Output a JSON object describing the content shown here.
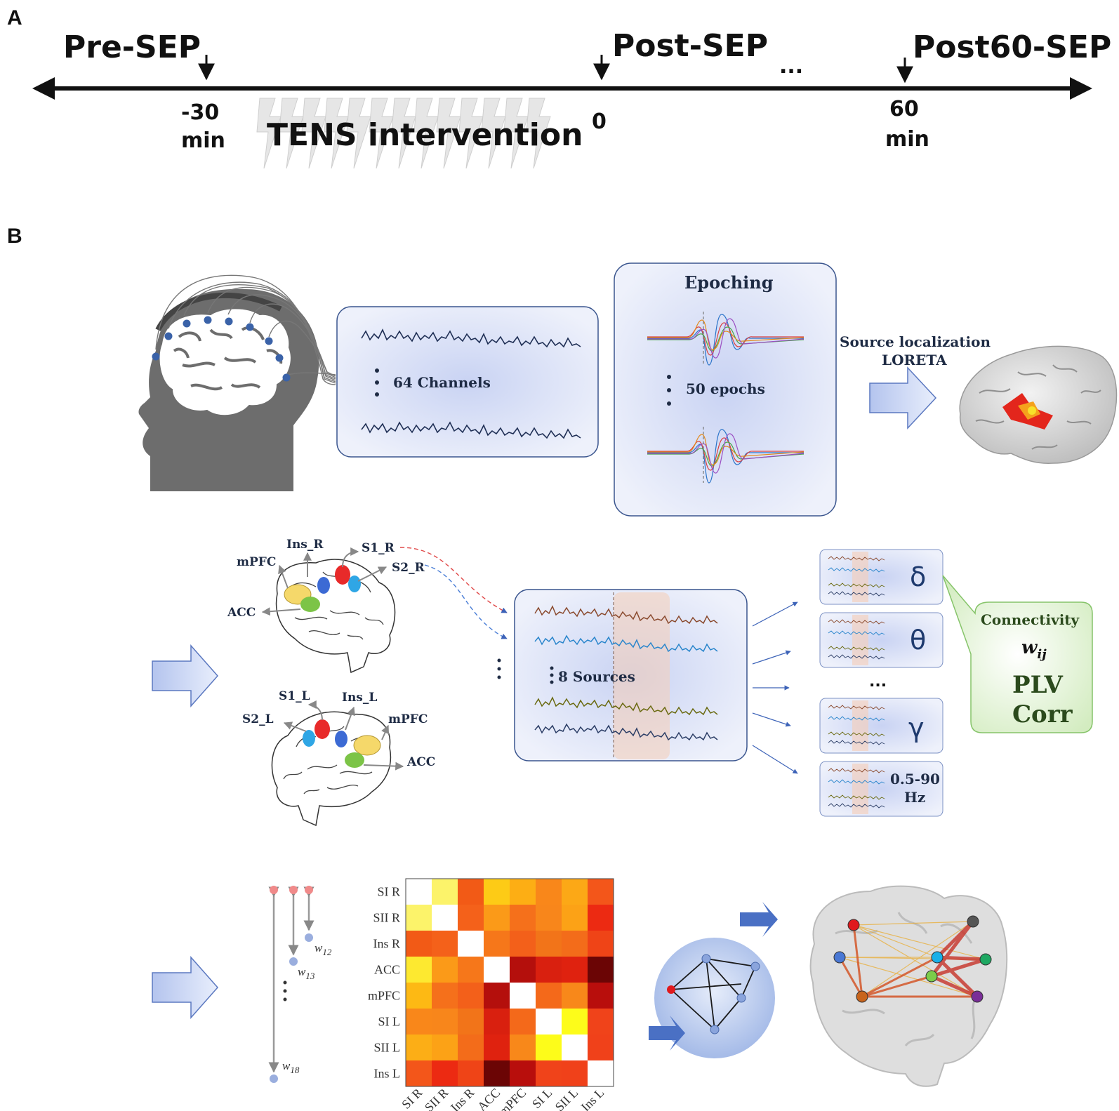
{
  "panel_a": {
    "letter": "A",
    "pre_label": "Pre-SEP",
    "post_label": "Post-SEP",
    "post60_label": "Post60-SEP",
    "ellipsis": "...",
    "t_minus30": "-30",
    "t_minus30_unit": "min",
    "t_zero": "0",
    "t_60": "60",
    "t_60_unit": "min",
    "tens": "TENS intervention"
  },
  "panel_b": {
    "letter": "B",
    "channels_label": "64 Channels",
    "epoching_title": "Epoching",
    "epochs_label": "50 epochs",
    "source_loc_line1": "Source localization",
    "source_loc_line2": "LORETA",
    "sources_label": "8 Sources",
    "right_regions": [
      "Ins_R",
      "S1_R",
      "mPFC",
      "S2_R",
      "ACC"
    ],
    "left_regions": [
      "S1_L",
      "Ins_L",
      "S2_L",
      "mPFC",
      "ACC"
    ],
    "bands": [
      "δ",
      "θ",
      "...",
      "γ"
    ],
    "broadband": [
      "0.5-90",
      "Hz"
    ],
    "connectivity": {
      "title": "Connectivity",
      "weight": "w",
      "weight_sub": "ij",
      "method1": "PLV",
      "method2": "Corr"
    },
    "weights": [
      {
        "base": "w",
        "sub": "12"
      },
      {
        "base": "w",
        "sub": "13"
      },
      {
        "base": "w",
        "sub": "18"
      }
    ],
    "matrix": {
      "labels": [
        "SI R",
        "SII R",
        "Ins R",
        "ACC",
        "mPFC",
        "SI L",
        "SII L",
        "Ins L"
      ],
      "colors": [
        [
          "#ffffff",
          "#fcf36a",
          "#f25a16",
          "#fdcb16",
          "#fdae14",
          "#f9871a",
          "#fca816",
          "#f3561a"
        ],
        [
          "#fcf36a",
          "#ffffff",
          "#f4611a",
          "#fb9a18",
          "#f5701b",
          "#f8861b",
          "#fca216",
          "#ec2a12"
        ],
        [
          "#f25a16",
          "#f4611a",
          "#ffffff",
          "#f6771a",
          "#f3601a",
          "#f27419",
          "#f36c1a",
          "#ef4417"
        ],
        [
          "#fde930",
          "#fb9a18",
          "#f6771a",
          "#ffffff",
          "#b40f0c",
          "#d9200f",
          "#df220f",
          "#6b0505"
        ],
        [
          "#fdb914",
          "#f5701b",
          "#f3601a",
          "#b40f0c",
          "#ffffff",
          "#f4691a",
          "#f8881a",
          "#b80e0c"
        ],
        [
          "#f9871a",
          "#f8861b",
          "#f27419",
          "#d9200f",
          "#f4691a",
          "#ffffff",
          "#fdfc1a",
          "#f0431a"
        ],
        [
          "#fcae16",
          "#fca216",
          "#f36c1a",
          "#df220f",
          "#f8881a",
          "#fdfc1a",
          "#ffffff",
          "#f0411a"
        ],
        [
          "#f3561a",
          "#ec2a12",
          "#ef4417",
          "#6b0505",
          "#b80e0c",
          "#f0431a",
          "#f0411a",
          "#ffffff"
        ]
      ]
    }
  }
}
